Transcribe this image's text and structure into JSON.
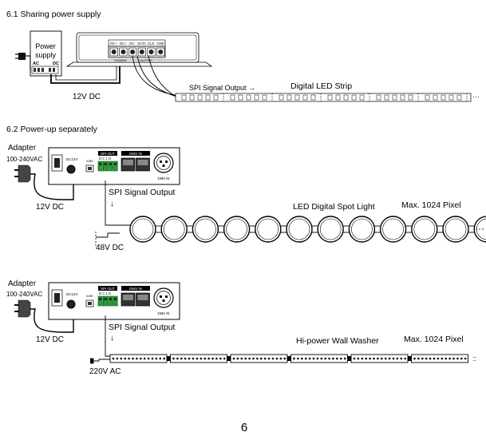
{
  "section1": {
    "title": "6.1 Sharing power supply",
    "psu_label_line1": "Power",
    "psu_label_line2": "supply",
    "psu_ac": "AC",
    "psu_dc": "DC",
    "voltage": "12V DC",
    "signal_label": "SPI  Signal  Output →",
    "strip_label": "Digital LED Strip",
    "ctrl_terminals": [
      "DC+",
      "DC+",
      "DC-",
      "DATA",
      "CLK",
      "GND"
    ],
    "ctrl_sub_left": "POWER",
    "ctrl_sub_right": "OUTPUT"
  },
  "section2": {
    "title": "6.2 Power-up separately",
    "adapter_label": "Adapter",
    "adapter_range": "100-240VAC",
    "voltage": "12V DC",
    "signal_label": "SPI  Signal  Output",
    "arrow": "↓",
    "spot_label": "LED Digital Spot Light",
    "max_label": "Max. 1024 Pixel",
    "supply_label": "48V DC",
    "spi_out": "SPI OUT",
    "spi_pins": "D  C  L  G",
    "dmx_in": "DMX IN",
    "dc_label": "DC12V",
    "com_label": "com"
  },
  "section3": {
    "adapter_label": "Adapter",
    "adapter_range": "100-240VAC",
    "voltage": "12V DC",
    "signal_label": "SPI  Signal  Output",
    "arrow": "↓",
    "washer_label": "Hi-power Wall Washer",
    "max_label": "Max. 1024 Pixel",
    "supply_label": "220V AC",
    "spi_out": "SPI OUT",
    "spi_pins": "D  C  L  G",
    "dmx_in": "DMX IN",
    "dc_label": "DC12V",
    "com_label": "com"
  },
  "page_number": "6"
}
